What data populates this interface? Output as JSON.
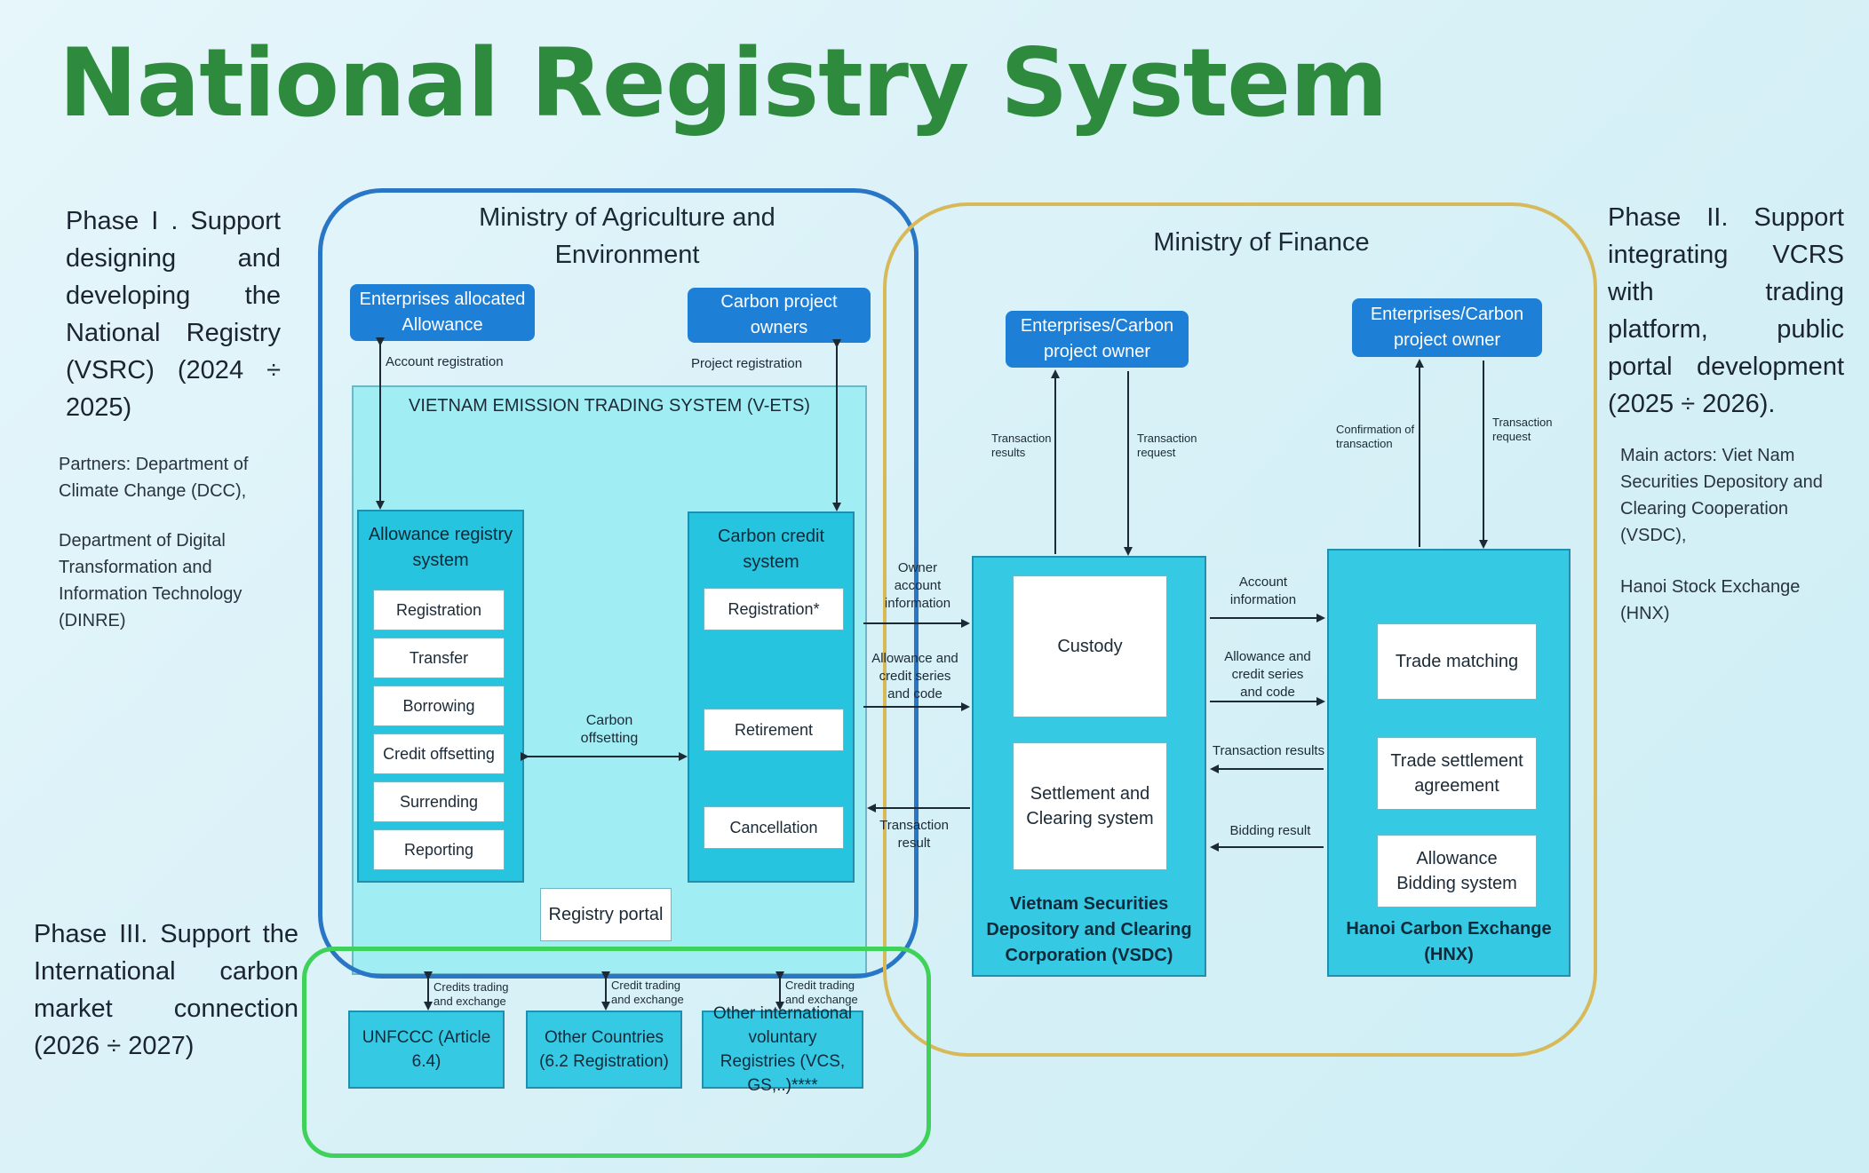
{
  "title": "National Registry System",
  "phases": {
    "phase1": "Phase I . Support designing and developing the National Registry (VSRC) (2024 ÷ 2025)",
    "phase1_partners": "Partners: Department of Climate Change (DCC),",
    "phase1_partners2": "Department of Digital Transformation and Information Technology (DINRE)",
    "phase2": "Phase II. Support integrating VCRS with trading platform, public portal development (2025 ÷ 2026).",
    "phase2_actors": "Main actors: Viet Nam Securities Depository and Clearing Cooperation (VSDC),",
    "phase2_actors2": "Hanoi Stock Exchange (HNX)",
    "phase3": "Phase III. Support the International carbon market connection (2026 ÷ 2027)"
  },
  "ministries": {
    "moae": "Ministry of Agriculture and Environment",
    "mof": "Ministry of Finance"
  },
  "actors": {
    "enterprises_allocated": "Enterprises allocated Allowance",
    "carbon_project_owners": "Carbon project owners",
    "enterprise_carbon_owner_1": "Enterprises/Carbon project owner",
    "enterprise_carbon_owner_2": "Enterprises/Carbon project owner"
  },
  "vets": {
    "title": "VIETNAM EMISSION TRADING SYSTEM (V-ETS)",
    "allowance_system": {
      "title": "Allowance registry system",
      "items": [
        "Registration",
        "Transfer",
        "Borrowing",
        "Credit offsetting",
        "Surrending",
        "Reporting"
      ]
    },
    "carbon_credit_system": {
      "title": "Carbon credit system",
      "items": [
        "Registration*",
        "Retirement",
        "Cancellation"
      ]
    },
    "carbon_offsetting": "Carbon offsetting",
    "registry_portal": "Registry portal"
  },
  "vsdc": {
    "custody": "Custody",
    "settlement": "Settlement and Clearing system",
    "label": "Vietnam Securities Depository and Clearing Corporation (VSDC)"
  },
  "hnx": {
    "trade_matching": "Trade matching",
    "trade_settlement": "Trade settlement agreement",
    "allowance_bidding": "Allowance Bidding system",
    "label": "Hanoi Carbon Exchange (HNX)"
  },
  "international": {
    "unfccc": "UNFCCC (Article 6.4)",
    "other_countries": "Other Countries (6.2 Registration)",
    "other_registries": "Other international voluntary Registries (VCS, GS,..)****"
  },
  "flow_labels": {
    "account_registration": "Account registration",
    "project_registration": "Project registration",
    "transaction_results_1": "Transaction results",
    "transaction_request_1": "Transaction request",
    "confirmation": "Confirmation of transaction",
    "transaction_request_2": "Transaction request",
    "owner_account_info": "Owner account information",
    "allowance_credit_series_1": "Allowance and credit series and code",
    "transaction_result_back": "Transaction result",
    "account_information": "Account information",
    "allowance_credit_series_2": "Allowance and credit series and code",
    "transaction_results_2": "Transaction results",
    "bidding_result": "Bidding result",
    "credits_trading_1": "Credits trading and exchange",
    "credit_trading_2": "Credit trading and exchange",
    "credit_trading_3": "Credit trading and exchange"
  },
  "colors": {
    "title_green": "#2e8b3e",
    "moae_border": "#2a76c6",
    "mof_border": "#d7b95a",
    "intl_border": "#3fd25a",
    "actor_blue": "#1e7fd6",
    "system_cyan": "#27c4df"
  }
}
